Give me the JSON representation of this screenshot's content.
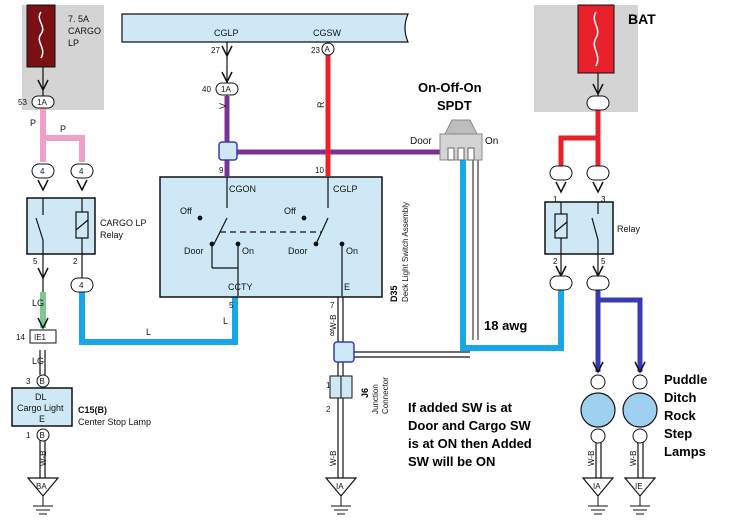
{
  "fuse_left": {
    "line1": "7. 5A",
    "line2": "CARGO",
    "line3": "LP"
  },
  "fuse_right": {
    "label": "BAT"
  },
  "harness": {
    "cglp": "CGLP",
    "cgsw": "CGSW"
  },
  "connectors": {
    "p27": "27",
    "p23": "23",
    "pA": "A",
    "p40": "40",
    "c1A_top": "1A",
    "p53": "53",
    "c1A_left": "1A",
    "p9": "9",
    "p10": "10",
    "p5": "5",
    "p7": "7",
    "p8": "8",
    "r4a": "4",
    "r4b": "4",
    "r5": "5",
    "r2": "2",
    "r4c": "4",
    "rr1": "1",
    "rr3": "3",
    "rr2": "2",
    "rr5": "5",
    "p14": "14",
    "ie1": "IE1",
    "p3": "3",
    "cB": "B",
    "p1": "1",
    "cB2": "B",
    "j1": "1",
    "j2": "2"
  },
  "wire_colors": {
    "P1": "P",
    "P2": "P",
    "V": "V",
    "R": "R",
    "LG1": "LG",
    "LG2": "LG",
    "L1": "L",
    "L2": "L",
    "WB1": "W-B",
    "WB2": "W-B",
    "WB3": "W-B",
    "WB4": "W-B",
    "WB5": "W-B"
  },
  "switch_assembly": {
    "cgon": "CGON",
    "cglp": "CGLP",
    "off_left": "Off",
    "off_right": "Off",
    "door_left": "Door",
    "on_left": "On",
    "door_right": "Door",
    "on_right": "On",
    "ccty": "CCTY",
    "e": "E",
    "code": "D35",
    "name": "Deck Light Switch Assembly"
  },
  "relay_left": {
    "line1": "CARGO LP",
    "line2": "Relay"
  },
  "relay_right": {
    "label": "Relay"
  },
  "spdt": {
    "line1": "On-Off-On",
    "line2": "SPDT",
    "door": "Door",
    "on": "On"
  },
  "awg": "18 awg",
  "junction": {
    "code": "J6",
    "line1": "Junction",
    "line2": "Connector"
  },
  "cargo_light": {
    "line1": "DL",
    "line2": "Cargo Light",
    "line3": "E",
    "code": "C15(B)",
    "name": "Center Stop Lamp"
  },
  "grounds": {
    "left": "BA",
    "mid": "IA",
    "right1": "IA",
    "right2": "IE"
  },
  "note": [
    "If added SW is at",
    "Door and Cargo SW",
    "is at ON then Added",
    "SW will be ON"
  ],
  "lamps_label": [
    "Puddle",
    "Ditch",
    "Rock",
    "Step",
    "Lamps"
  ],
  "colors": {
    "pink": "#f0a0c8",
    "purple": "#7b3294",
    "red": "#e8202a",
    "blue": "#1aa7e8",
    "green": "#7fc890",
    "darkblue": "#3a3ab0",
    "relay_fill": "#cfe8f5",
    "lamp": "#9fd0f0",
    "grey": "#d4d4d4",
    "fuse": "#7a0f14"
  }
}
